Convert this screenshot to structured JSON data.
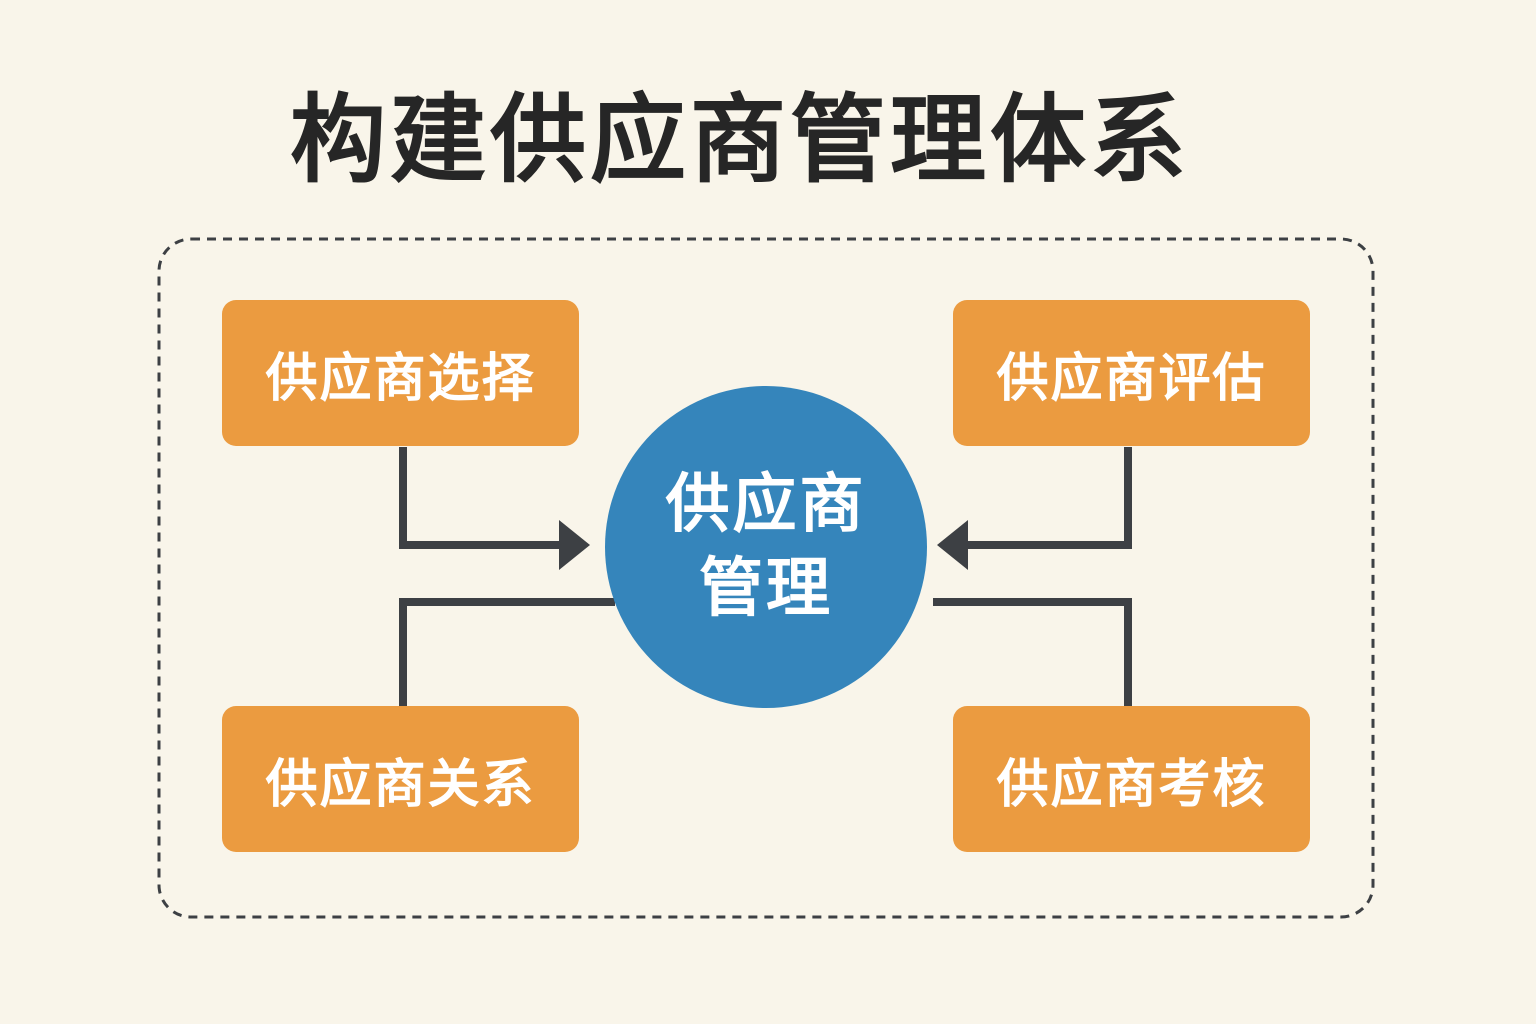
{
  "title": "构建供应商管理体系",
  "center": {
    "line1": "供应商",
    "line2": "管理"
  },
  "boxes": {
    "top_left": "供应商选择",
    "top_right": "供应商评估",
    "bottom_left": "供应商关系",
    "bottom_right": "供应商考核"
  },
  "colors": {
    "background": "#f9f5ea",
    "box": "#eb9b40",
    "circle": "#3585bb",
    "connector": "#3d4044"
  }
}
